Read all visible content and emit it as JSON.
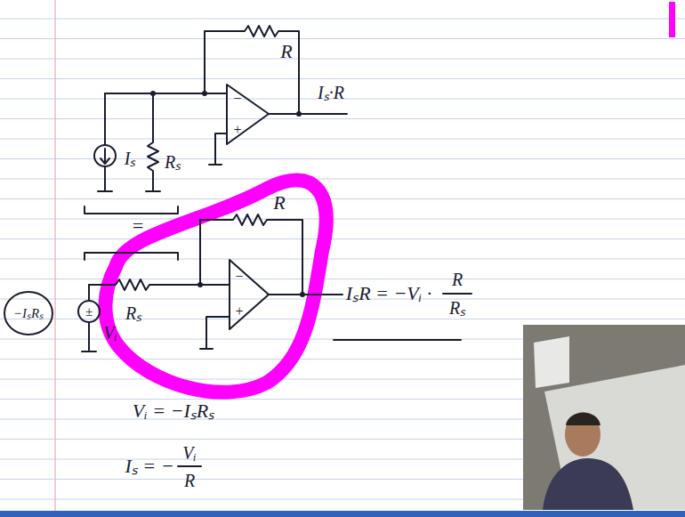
{
  "diagram": {
    "labels": [
      "R",
      "Iₛ·R",
      "−",
      "+",
      "Iₛ",
      "Rₛ",
      "=",
      "R",
      "−",
      "+",
      "IₛR = −Vᵢ ·",
      "R",
      "Rₛ",
      "Rₛ",
      "±",
      "Vᵢ",
      "−IₛRₛ",
      "Vᵢ = −IₛRₛ",
      "Iₛ = −",
      "Vᵢ",
      "R"
    ]
  }
}
